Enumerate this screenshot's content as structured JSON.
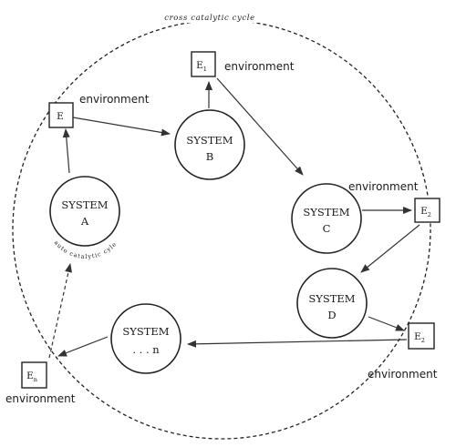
{
  "diagram": {
    "cycle_label": "cross catalytic cycle",
    "auto_cycle_label": "auto catalytic cyle",
    "systems": {
      "a": {
        "line1": "SYSTEM",
        "line2": "A"
      },
      "b": {
        "line1": "SYSTEM",
        "line2": "B"
      },
      "c": {
        "line1": "SYSTEM",
        "line2": "C"
      },
      "d": {
        "line1": "SYSTEM",
        "line2": "D"
      },
      "n": {
        "line1": "SYSTEM",
        "line2": ". . . n"
      }
    },
    "environments": {
      "e": {
        "letter": "E",
        "sub": ""
      },
      "e1": {
        "letter": "E",
        "sub": "1"
      },
      "e2_upper": {
        "letter": "E",
        "sub": "2"
      },
      "e2_lower": {
        "letter": "E",
        "sub": "2"
      },
      "en": {
        "letter": "E",
        "sub": "n"
      }
    },
    "environment_labels": {
      "near_e": "environment",
      "near_e1": "environment",
      "near_e2_upper": "environment",
      "near_e2_lower": "environment",
      "near_en": "environment"
    }
  }
}
